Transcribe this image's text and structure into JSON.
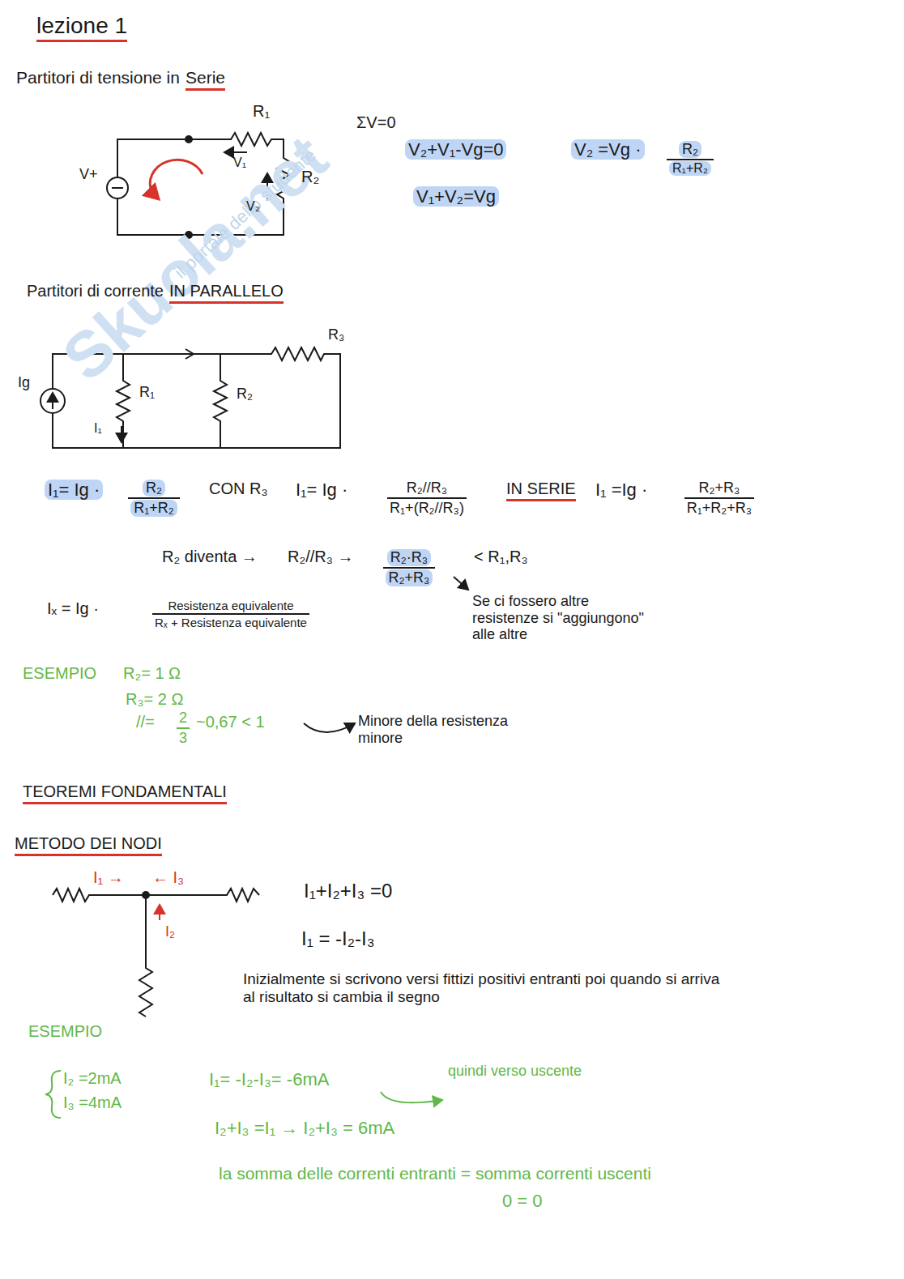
{
  "diagram": {
    "title": "lezione 1",
    "labels": [
      "Partitori di tensione in",
      "Serie",
      "R₁",
      "V+",
      "V₁",
      "V₂",
      "R₂",
      "ΣV=0",
      "V₂+V₁-Vg=0",
      "V₁+V₂=Vg",
      "V₂ =Vg ·",
      "R₂",
      "R₁+R₂",
      "Partitori di corrente",
      "IN PARALLELO",
      "Ig",
      "R₁",
      "I₁",
      "R₂",
      "R₃",
      "I₁= Ig ·",
      "R₂",
      "R₁+R₂",
      "CON R₃",
      "I₁= Ig ·",
      "R₂//R₃",
      "R₁+(R₂//R₃)",
      "IN SERIE",
      "I₁ =Ig ·",
      "R₂+R₃",
      "R₁+R₂+R₃",
      "R₂ diventa →",
      "R₂//R₃ →",
      "R₂·R₃",
      "R₂+R₃",
      "< R₁,R₃",
      "Se ci fossero altre resistenze si \"aggiungono\" alle altre",
      "Iₓ = Ig ·",
      "Resistenza equivalente",
      "Rₓ + Resistenza equivalente",
      "ESEMPIO",
      "R₂= 1 Ω",
      "R₃= 2 Ω",
      "//=",
      "2",
      "3",
      "~0,67 < 1",
      "Minore della resistenza minore",
      "TEOREMI FONDAMENTALI",
      "METODO DEI NODI",
      "I₁ →",
      "← I₃",
      "I₂",
      "I₁+I₂+I₃ =0",
      "I₁ = -I₂-I₃",
      "Inizialmente si scrivono versi fittizi positivi entranti poi quando si arriva al risultato si cambia il segno",
      "ESEMPIO",
      "I₂ =2mA",
      "I₃ =4mA",
      "I₁= -I₂-I₃= -6mA",
      "quindi verso uscente",
      "I₂+I₃ =I₁ → I₂+I₃ = 6mA",
      "la somma delle correnti entranti = somma correnti uscenti",
      "0 = 0",
      "Skuola.net",
      "il portale dello studente"
    ]
  }
}
